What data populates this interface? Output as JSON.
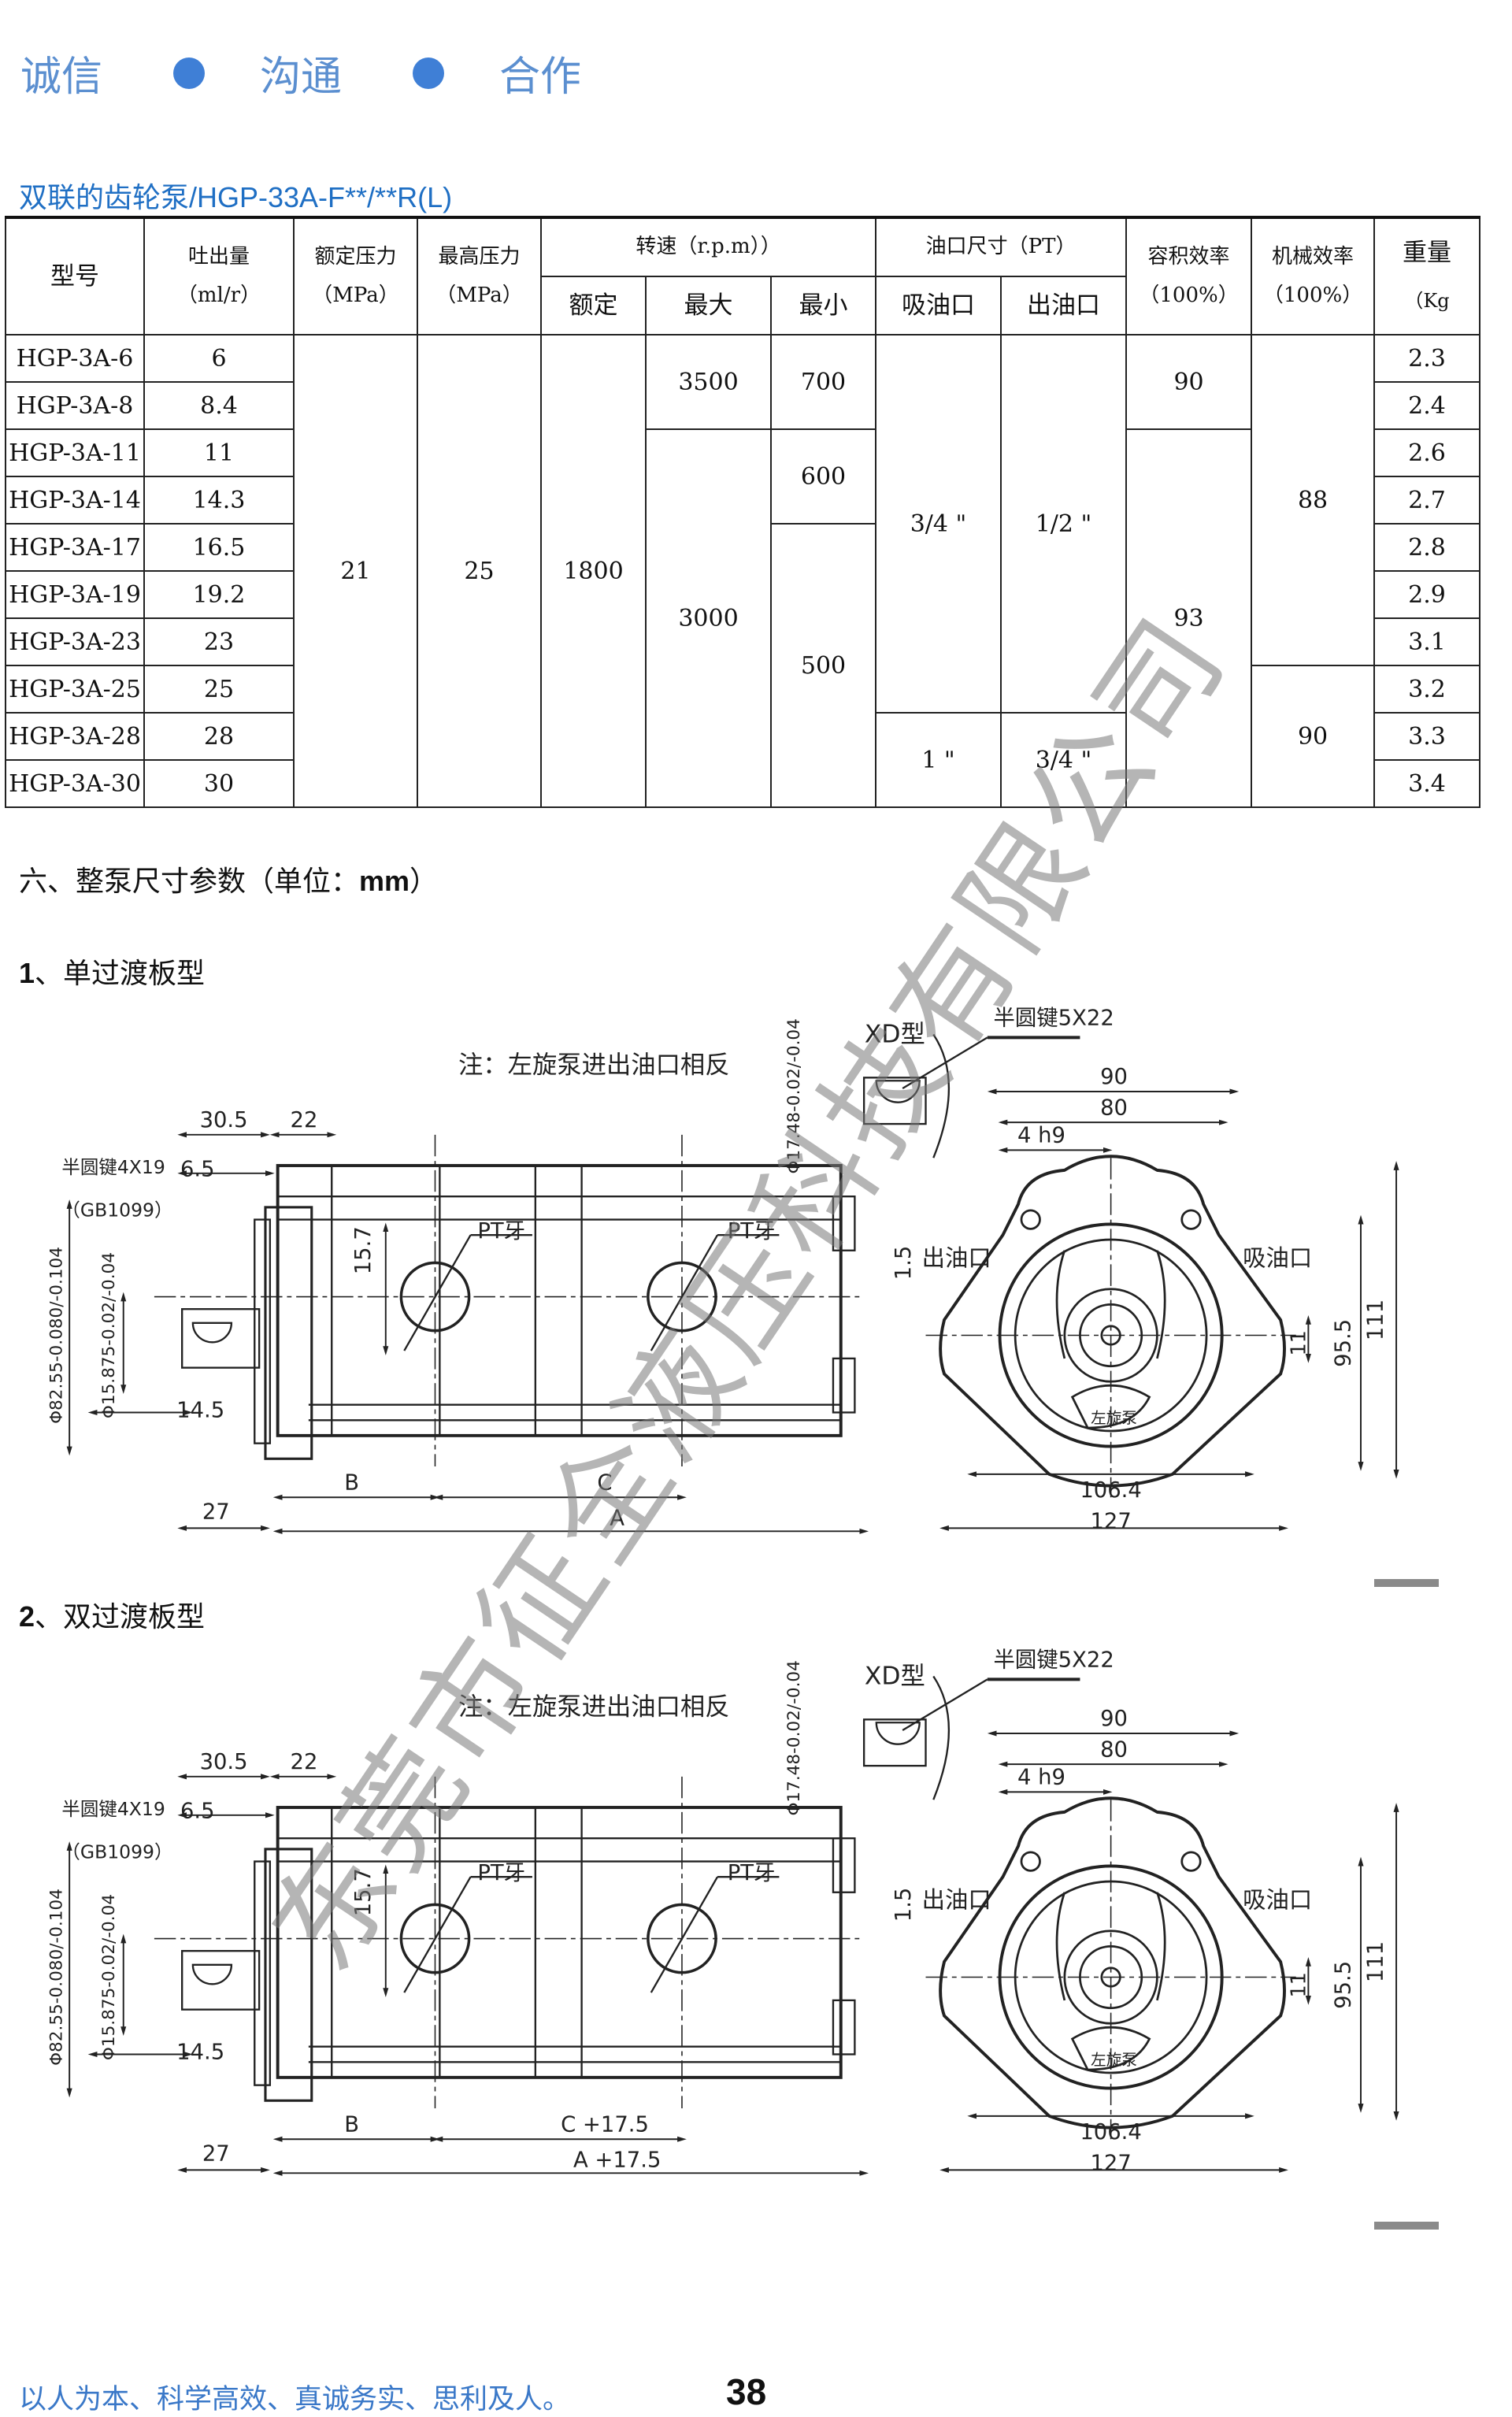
{
  "motto": [
    "诚信",
    "沟通",
    "合作"
  ],
  "title": "双联的齿轮泵/HGP-33A-F**/**R(L)",
  "table": {
    "headers": {
      "model": "型号",
      "displacement": "吐出量",
      "displacement_unit": "（ml/r）",
      "rated_pressure": "额定压力",
      "rated_pressure_unit": "（MPa）",
      "max_pressure": "最高压力",
      "max_pressure_unit": "（MPa）",
      "speed": "转速（r.p.m））",
      "speed_rated": "额定",
      "speed_max": "最大",
      "speed_min": "最小",
      "port": "油口尺寸（PT）",
      "port_in": "吸油口",
      "port_out": "出油口",
      "vol_eff": "容积效率",
      "vol_eff_unit": "（100%）",
      "mech_eff": "机械效率",
      "mech_eff_unit": "（100%）",
      "weight": "重量",
      "weight_unit": "（Kg"
    },
    "rows": [
      {
        "model": "HGP-3A-6",
        "disp": "6",
        "weight": "2.3"
      },
      {
        "model": "HGP-3A-8",
        "disp": "8.4",
        "weight": "2.4"
      },
      {
        "model": "HGP-3A-11",
        "disp": "11",
        "weight": "2.6"
      },
      {
        "model": "HGP-3A-14",
        "disp": "14.3",
        "weight": "2.7"
      },
      {
        "model": "HGP-3A-17",
        "disp": "16.5",
        "weight": "2.8"
      },
      {
        "model": "HGP-3A-19",
        "disp": "19.2",
        "weight": "2.9"
      },
      {
        "model": "HGP-3A-23",
        "disp": "23",
        "weight": "3.1"
      },
      {
        "model": "HGP-3A-25",
        "disp": "25",
        "weight": "3.2"
      },
      {
        "model": "HGP-3A-28",
        "disp": "28",
        "weight": "3.3"
      },
      {
        "model": "HGP-3A-30",
        "disp": "30",
        "weight": "3.4"
      }
    ],
    "merged": {
      "rated_pressure": "21",
      "max_pressure": "25",
      "speed_rated": "1800",
      "speed_max_a": "3500",
      "speed_max_b": "3000",
      "speed_min_a": "700",
      "speed_min_b": "600",
      "speed_min_c": "500",
      "port_in_a": "3/4 \"",
      "port_in_b": "1 \"",
      "port_out_a": "1/2 \"",
      "port_out_b": "3/4 \"",
      "vol_eff_a": "90",
      "vol_eff_b": "93",
      "mech_eff_a": "88",
      "mech_eff_b": "90"
    }
  },
  "section_title": "六、整泵尺寸参数（单位：",
  "section_unit": "mm",
  "section_close": "）",
  "sub1": {
    "num": "1",
    "label": "、单过渡板型"
  },
  "sub2": {
    "num": "2",
    "label": "、双过渡板型"
  },
  "drawings": [
    {
      "note": "注：左旋泵进出油口相反",
      "xd": "XD型",
      "key": "半圆键5X22",
      "d1748": "Φ17.48-0.02/-0.04",
      "d305": "30.5",
      "d22": "22",
      "d65": "6.5",
      "key2": "半圆键4X19",
      "gb": "（GB1099）",
      "d157": "15.7",
      "pt1": "PT牙",
      "pt2": "PT牙",
      "d8255": "Φ82.55-0.080/-0.104",
      "d15875": "Φ15.875-0.02/-0.04",
      "d145": "14.5",
      "d27": "27",
      "b": "B",
      "c": "C",
      "a": "A",
      "d90": "90",
      "d80": "80",
      "d4h9": "4 h9",
      "d15": "1.5",
      "out": "出油口",
      "in": "吸油口",
      "d11": "11",
      "d955": "95.5",
      "d111": "111",
      "d1064": "106.4",
      "d127": "127",
      "lh": "左旋泵"
    },
    {
      "note": "注：左旋泵进出油口相反",
      "xd": "XD型",
      "key": "半圆键5X22",
      "d1748": "Φ17.48-0.02/-0.04",
      "d305": "30.5",
      "d22": "22",
      "d65": "6.5",
      "key2": "半圆键4X19",
      "gb": "（GB1099）",
      "d157": "15.7",
      "pt1": "PT牙",
      "pt2": "PT牙",
      "d8255": "Φ82.55-0.080/-0.104",
      "d15875": "Φ15.875-0.02/-0.04",
      "d145": "14.5",
      "d27": "27",
      "b": "B",
      "c": "C +17.5",
      "a": "A +17.5",
      "d90": "90",
      "d80": "80",
      "d4h9": "4 h9",
      "d15": "1.5",
      "out": "出油口",
      "in": "吸油口",
      "d11": "11",
      "d955": "95.5",
      "d111": "111",
      "d1064": "106.4",
      "d127": "127",
      "lh": "左旋泵"
    }
  ],
  "watermark": "东莞市征全液压科技有限公司",
  "footer": "以人为本、科学高效、真诚务实、思利及人。",
  "page_number": "38"
}
